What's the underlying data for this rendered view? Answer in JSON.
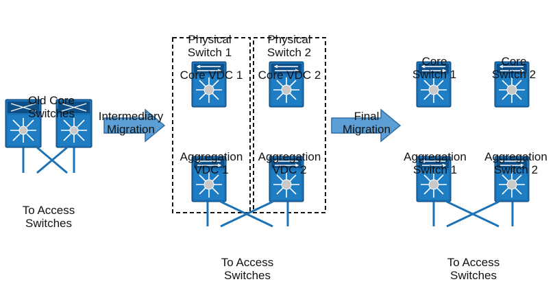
{
  "old_core": {
    "line1": "Old Core",
    "line2": "Switches"
  },
  "access_old": {
    "line1": "To Access",
    "line2": "Switches"
  },
  "arrow_intermediary": {
    "line1": "Intermediary",
    "line2": "Migration"
  },
  "phys1": {
    "line1": "Physical",
    "line2": "Switch 1"
  },
  "phys2": {
    "line1": "Physical",
    "line2": "Switch 2"
  },
  "core_vdc1": "Core VDC 1",
  "core_vdc2": "Core VDC 2",
  "agg_vdc1": {
    "line1": "Aggregation",
    "line2": "VDC 1"
  },
  "agg_vdc2": {
    "line1": "Aggregation",
    "line2": "VDC 2"
  },
  "access_mid": {
    "line1": "To Access",
    "line2": "Switches"
  },
  "arrow_final": {
    "line1": "Final",
    "line2": "Migration"
  },
  "core_sw1": {
    "line1": "Core",
    "line2": "Switch 1"
  },
  "core_sw2": {
    "line1": "Core",
    "line2": "Switch 2"
  },
  "agg_sw1": {
    "line1": "Aggregation",
    "line2": "Switch 1"
  },
  "agg_sw2": {
    "line1": "Aggregation",
    "line2": "Switch 2"
  },
  "access_final": {
    "line1": "To Access",
    "line2": "Switches"
  },
  "colors": {
    "switch_fill": "#1a73b8",
    "switch_dark": "#0d4f86",
    "switch_light": "#5aa3da",
    "arrow_fill": "#5b9fd6",
    "arrow_stroke": "#2f6ea8",
    "link": "#1a73b8",
    "boundary": "#111111"
  }
}
